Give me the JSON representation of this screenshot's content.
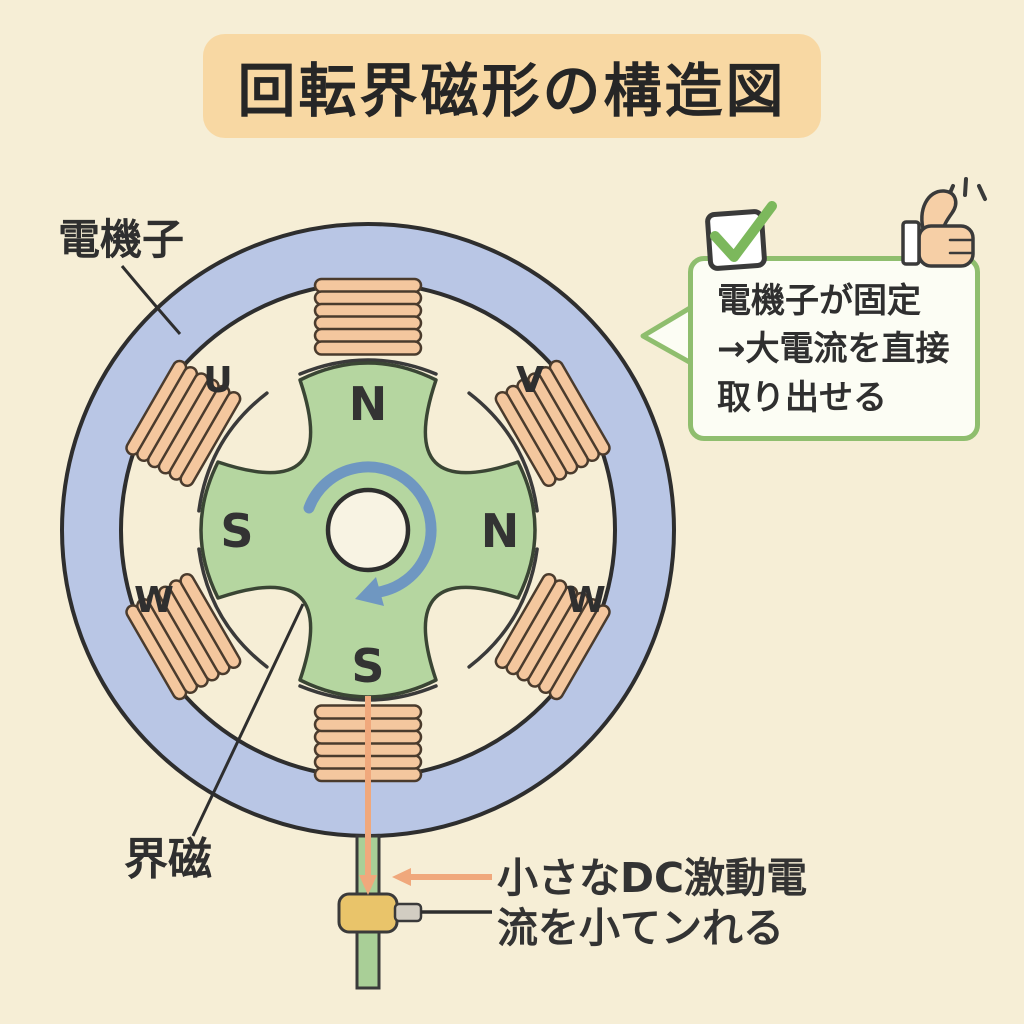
{
  "title": "回転界磁形の構造図",
  "stator": {
    "armature_label": "電機子",
    "phases": {
      "u": "U",
      "v": "V",
      "w_left": "W",
      "w_right": "W"
    }
  },
  "rotor": {
    "field_label": "界磁",
    "poles": {
      "top": "N",
      "right": "N",
      "left": "S",
      "bottom": "S"
    }
  },
  "callout": {
    "lines": [
      "電機子が固定",
      "→大電流を直接",
      "取り出せる"
    ]
  },
  "excitation_note": {
    "lines": [
      "小さなDC激動電",
      "流を小てンれる"
    ]
  },
  "icons": {
    "check": "check-icon",
    "thumbs_up": "thumbs-up-icon",
    "rotation": "rotation-arrow-icon"
  },
  "colors": {
    "background": "#f6eed6",
    "stator_ring": "#b9c6e5",
    "rotor_core": "#b5d6a0",
    "coil": "#f4c79e",
    "title_highlight": "#f8d8a3",
    "callout_border": "#8fbe6e",
    "check_green": "#7cb85c",
    "rotation_arrow_blue": "#6f97c1",
    "excitation_arrow_orange": "#f0a87c",
    "slip_ring_gold": "#e9c46a",
    "shaft_green": "#a9cf97"
  }
}
